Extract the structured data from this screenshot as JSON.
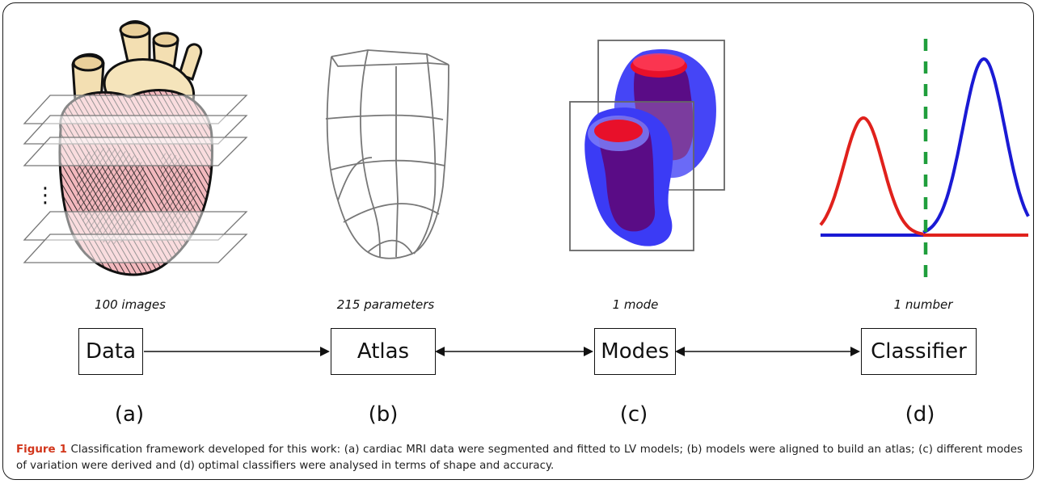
{
  "stages": [
    {
      "id": "a",
      "name": "Data",
      "subtitle": "100 images",
      "label": "(a)"
    },
    {
      "id": "b",
      "name": "Atlas",
      "subtitle": "215 parameters",
      "label": "(b)"
    },
    {
      "id": "c",
      "name": "Modes",
      "subtitle": "1 mode",
      "label": "(c)"
    },
    {
      "id": "d",
      "name": "Classifier",
      "subtitle": "1 number",
      "label": "(d)"
    }
  ],
  "ellipsis": "⋮",
  "caption": {
    "label": "Figure 1",
    "text": " Classification framework developed for this work: (a) cardiac MRI data were segmented and fitted to LV models; (b) models were aligned to build an atlas; (c) different modes of variation were derived and (d) optimal classifiers were analysed in terms of shape and accuracy."
  },
  "colors": {
    "red": "#e0211c",
    "blue": "#1a1ad4",
    "green": "#1f9e3c",
    "caption_label": "#d2361b",
    "shape_blue": "#3b3bf5",
    "shape_red": "#e8102a"
  },
  "icons": [
    "heart-illustration-icon",
    "mri-slice-stack-icon",
    "lv-mesh-icon",
    "lv-shape-modes-icon",
    "gaussian-classifier-icon"
  ]
}
